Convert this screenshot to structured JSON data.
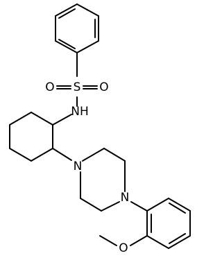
{
  "atoms": {
    "sulfur": "S",
    "oxygen_left": "O",
    "oxygen_right": "O",
    "sulfonamide_nh": "NH",
    "piperazine_n_top": "N",
    "piperazine_n_bottom": "N",
    "methoxy_oxygen": "O"
  }
}
